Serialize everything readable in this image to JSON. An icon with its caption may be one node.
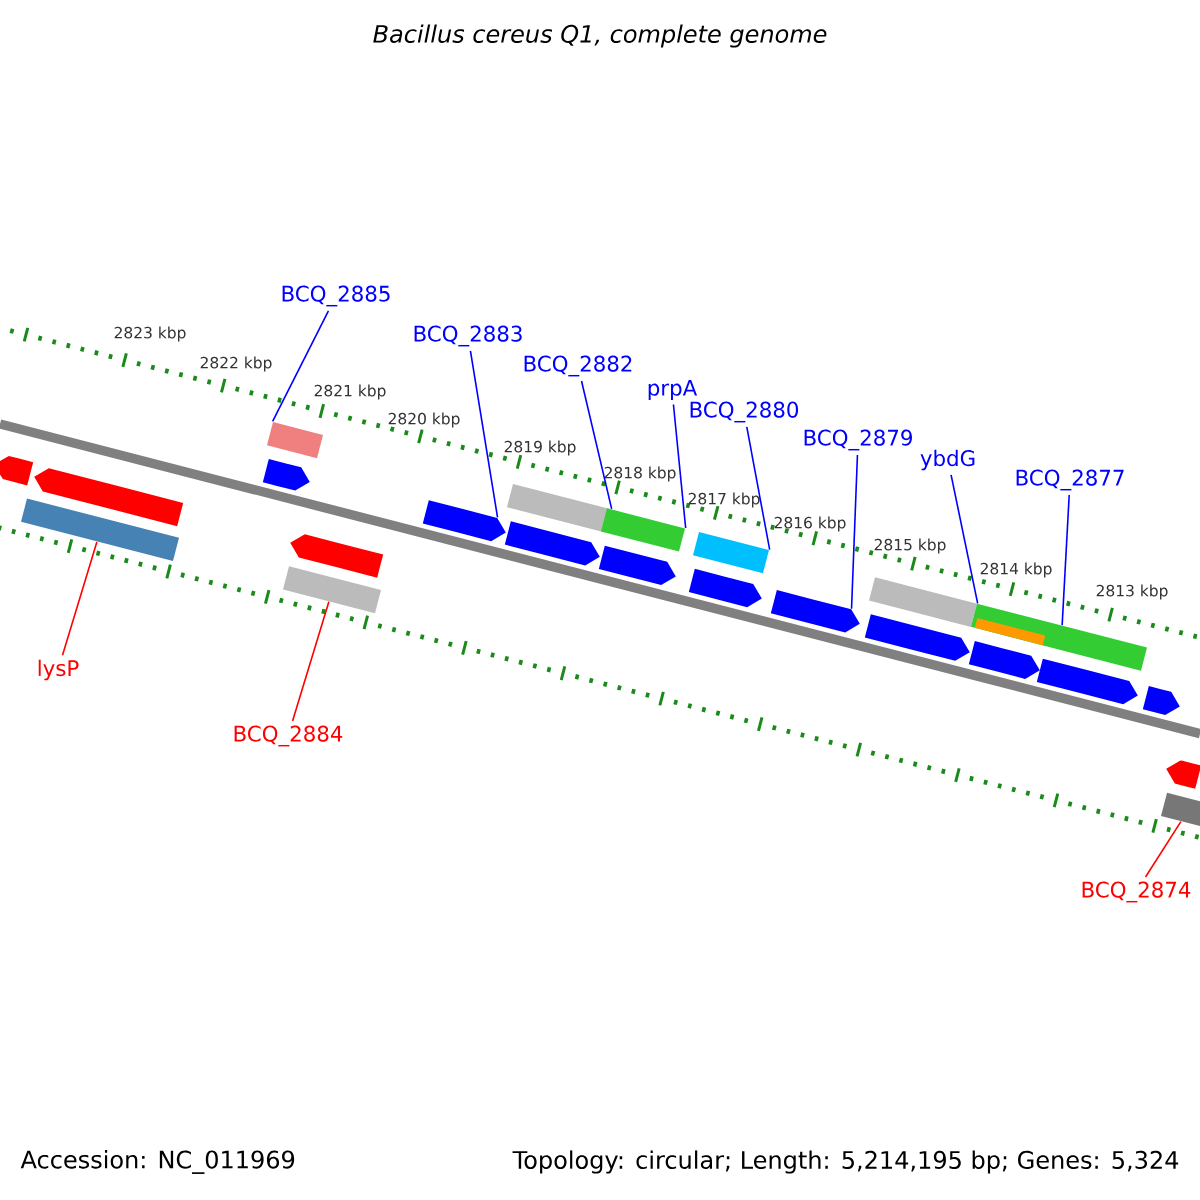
{
  "diagram": {
    "title": "Bacillus cereus Q1, complete genome",
    "nodes": [
      {
        "text": [
          "BCQ_2885"
        ]
      },
      {
        "text": [],
        "shape": "bar"
      },
      {
        "text": [
          "BCQ_2883"
        ]
      },
      {
        "text": [],
        "shape": "arrow"
      },
      {
        "text": [
          "BCQ_2882"
        ]
      },
      {
        "text": [],
        "shape": "bar"
      },
      {
        "text": [
          "prpA"
        ]
      },
      {
        "text": [],
        "shape": "bar"
      },
      {
        "text": [
          "BCQ_2880"
        ]
      },
      {
        "text": [],
        "shape": "bar"
      },
      {
        "text": [
          "BCQ_2879"
        ]
      },
      {
        "text": [],
        "shape": "arrow"
      },
      {
        "text": [
          "ybdG"
        ]
      },
      {
        "text": [],
        "shape": "bar"
      },
      {
        "text": [
          "BCQ_2877"
        ]
      },
      {
        "text": [],
        "shape": "bar"
      },
      {
        "text": [
          "lysP"
        ]
      },
      {
        "text": [],
        "shape": "bar"
      },
      {
        "text": [
          "BCQ_2884"
        ]
      },
      {
        "text": [],
        "shape": "bar"
      },
      {
        "text": [
          "BCQ_2874"
        ]
      },
      {
        "text": [],
        "shape": "bar"
      },
      {
        "text": [],
        "shape": "arrow"
      },
      {
        "text": [],
        "shape": "arrow"
      },
      {
        "text": [],
        "shape": "arrow"
      },
      {
        "text": [],
        "shape": "arrow"
      },
      {
        "text": [],
        "shape": "arrow"
      },
      {
        "text": [],
        "shape": "arrow"
      },
      {
        "text": [],
        "shape": "arrow"
      },
      {
        "text": [],
        "shape": "arrow"
      },
      {
        "text": [],
        "shape": "arrow"
      },
      {
        "text": [],
        "shape": "bar",
        "in": 15
      },
      {
        "text": [],
        "shape": "arrow"
      },
      {
        "text": [],
        "shape": "arrow"
      },
      {
        "text": [],
        "shape": "arrow"
      }
    ],
    "edges": [
      {
        "from": 0,
        "to": 1,
        "arrow": "none"
      },
      {
        "from": 2,
        "to": 3,
        "arrow": "none"
      },
      {
        "from": 4,
        "to": 5,
        "arrow": "none"
      },
      {
        "from": 6,
        "to": 7,
        "arrow": "none"
      },
      {
        "from": 8,
        "to": 9,
        "arrow": "none"
      },
      {
        "from": 10,
        "to": 11,
        "arrow": "none"
      },
      {
        "from": 12,
        "to": 13,
        "arrow": "none"
      },
      {
        "from": 14,
        "to": 15,
        "arrow": "none"
      },
      {
        "from": 16,
        "to": 17,
        "arrow": "none",
        "color": "#ff0000"
      },
      {
        "from": 18,
        "to": 19,
        "arrow": "none",
        "color": "#ff0000"
      },
      {
        "from": 20,
        "to": 21,
        "arrow": "none",
        "color": "#ff0000"
      }
    ],
    "labels": [
      "2823 kbp",
      "2822 kbp",
      "2821 kbp",
      "2820 kbp",
      "2819 kbp",
      "2818 kbp",
      "2817 kbp",
      "2816 kbp",
      "2815 kbp",
      "2814 kbp",
      "2813 kbp",
      "Accession: NC_011969",
      "Topology: circular; Length: 5,214,195 bp; Genes: 5,324"
    ]
  }
}
